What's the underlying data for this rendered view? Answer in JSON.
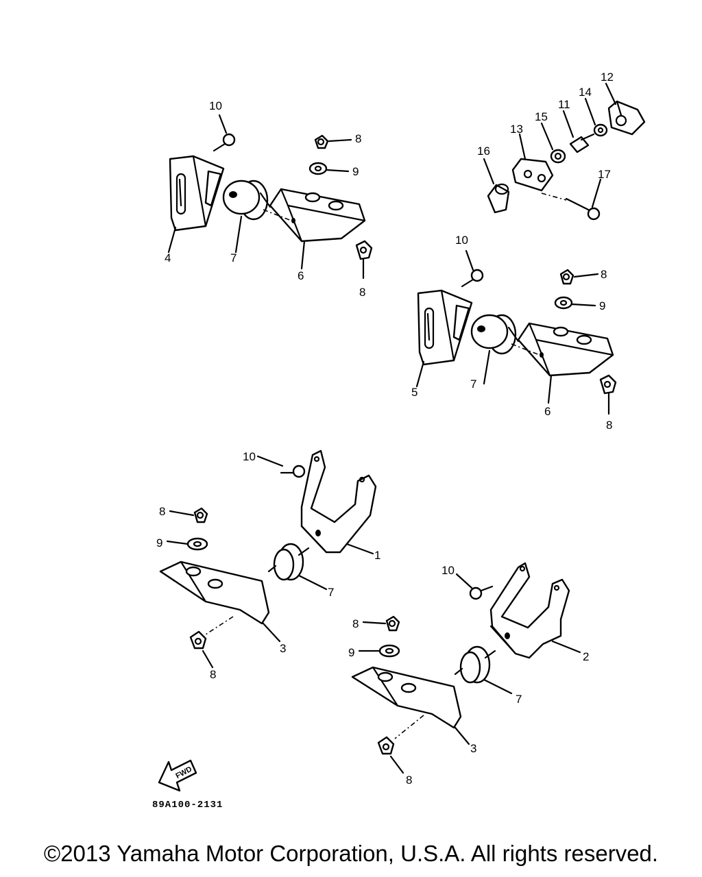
{
  "diagram": {
    "part_callouts": [
      "10",
      "8",
      "9",
      "4",
      "7",
      "6",
      "8",
      "12",
      "14",
      "11",
      "15",
      "13",
      "16",
      "17",
      "10",
      "8",
      "9",
      "5",
      "7",
      "6",
      "8",
      "10",
      "8",
      "9",
      "1",
      "7",
      "3",
      "8",
      "10",
      "8",
      "9",
      "2",
      "7",
      "3",
      "8"
    ],
    "forward_arrow_label": "FWD",
    "drawing_code": "89A100-2131"
  },
  "footer": {
    "copyright": "©2013 Yamaha Motor Corporation, U.S.A. All rights reserved."
  }
}
